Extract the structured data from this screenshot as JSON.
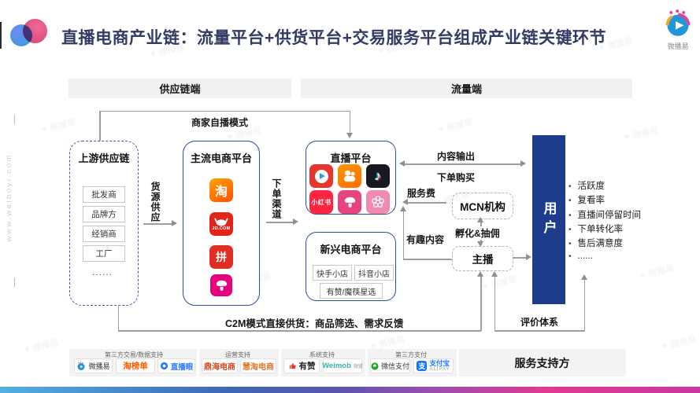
{
  "page": {
    "title": "直播电商产业链：流量平台+供货平台+交易服务平台组成产业链关键环节",
    "brand": "微播易",
    "site_url": "www.weiboyi.com"
  },
  "bars": {
    "left": "供应链端",
    "right": "流量端"
  },
  "labels": {
    "self_broadcast": "商家自播模式",
    "supply_flow": "货源供应",
    "order_channel": "下单渠道",
    "content_output": "内容输出",
    "order_purchase": "下单购买",
    "service_fee": "服务费",
    "fun_content": "有趣内容",
    "incubation": "孵化&抽佣",
    "c2m": "C2M模式直接供货：商品筛选、需求反馈",
    "evaluation": "评价体系"
  },
  "upstream": {
    "title": "上游供应链",
    "items": [
      "批发商",
      "品牌方",
      "经销商",
      "工厂",
      "......"
    ]
  },
  "mainstream": {
    "title": "主流电商平台"
  },
  "live": {
    "title": "直播平台"
  },
  "emerging": {
    "title": "新兴电商平台",
    "stores": [
      "快手小店",
      "抖音小店",
      "有赞/魔筷星选"
    ]
  },
  "mcn_label": "MCN机构",
  "anchor_label": "主播",
  "user": {
    "label": "用户",
    "metrics": [
      "活跃度",
      "复看率",
      "直播间停留时间",
      "下单转化率",
      "售后满意度",
      "......"
    ]
  },
  "icon_text": {
    "taobao": "淘",
    "jd": "JD.COM",
    "pdd": "拼",
    "xiaohongshu": "小红书",
    "douyin_note": "♪"
  },
  "support": {
    "sections": [
      {
        "title": "第三方交易/数据支持"
      },
      {
        "title": "运营支持"
      },
      {
        "title": "系统支持"
      },
      {
        "title": "第三方支付"
      }
    ],
    "chips": {
      "weiboyi": "微播易",
      "taobangdan": "淘榜单",
      "zhiboyan": "直播眼",
      "dinghai": "鼎海电商",
      "huitao": "慧淘电商",
      "youzan": "有赞",
      "weimob": "Weimob",
      "weimob_sub": "微盟",
      "wechat_pay": "微信支付",
      "alipay": "支付宝",
      "alipay_sub": "ALIPAY"
    },
    "right_label": "服务支持方"
  },
  "colors": {
    "accent_blue": "#2f4d9e",
    "user_box_blue": "#1e3c8c",
    "footer_gradient": [
      "#52b0e0",
      "#3e68b8",
      "#9b4eae",
      "#e13a92",
      "#c938a0"
    ]
  }
}
